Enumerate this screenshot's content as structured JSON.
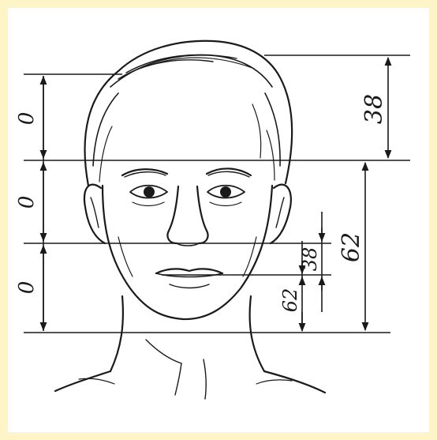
{
  "colors": {
    "border": "#fdf5c8",
    "background": "#ffffff",
    "ink": "#1a1a1a"
  },
  "left_scale": {
    "labels": [
      "0",
      "0",
      "0"
    ]
  },
  "right_scale": {
    "top_label": "38",
    "main_label": "62"
  },
  "lower_scale": {
    "inner_label": "38",
    "outer_label": "62"
  },
  "icons": [
    "male-face-portrait-icon"
  ]
}
